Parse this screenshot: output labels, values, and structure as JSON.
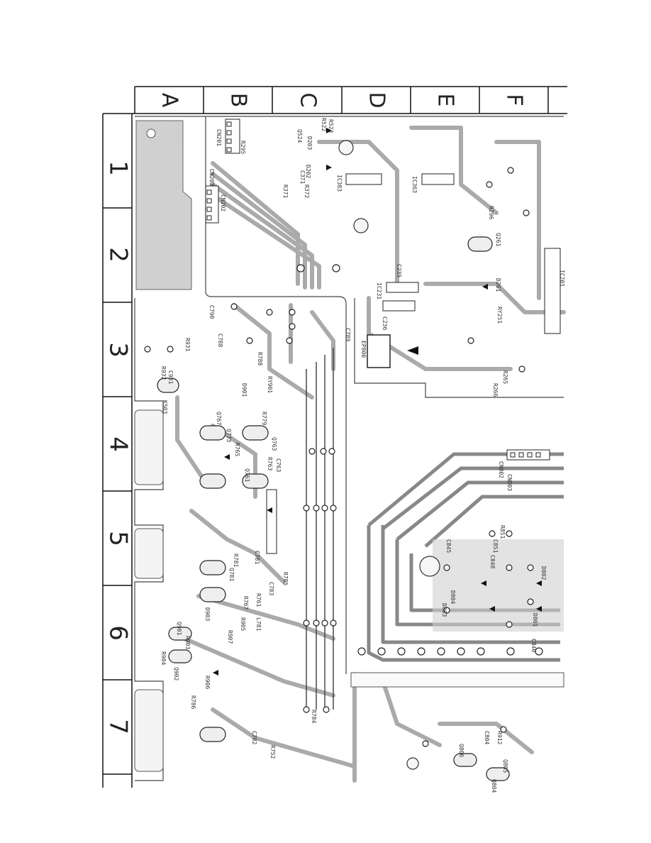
{
  "grid": {
    "columns": [
      "A",
      "B",
      "C",
      "D",
      "E",
      "F"
    ],
    "rows": [
      "1",
      "2",
      "3",
      "4",
      "5",
      "6",
      "7"
    ]
  },
  "component_refs": [
    {
      "id": "CN201",
      "label": "CN201"
    },
    {
      "id": "CN202",
      "label": "CN202"
    },
    {
      "id": "CN203",
      "label": "CN203"
    },
    {
      "id": "R295",
      "label": "R295"
    },
    {
      "id": "Q524",
      "label": "Q524"
    },
    {
      "id": "R522",
      "label": "R522"
    },
    {
      "id": "R523",
      "label": "R523"
    },
    {
      "id": "D203",
      "label": "D203"
    },
    {
      "id": "D202",
      "label": "D202"
    },
    {
      "id": "C371",
      "label": "C371"
    },
    {
      "id": "R371",
      "label": "R371"
    },
    {
      "id": "R372",
      "label": "R372"
    },
    {
      "id": "IC363",
      "label": "IC363"
    },
    {
      "id": "IC383",
      "label": "IC383"
    },
    {
      "id": "IC231",
      "label": "IC231"
    },
    {
      "id": "IC201",
      "label": "IC201"
    },
    {
      "id": "Q261",
      "label": "Q261"
    },
    {
      "id": "D261",
      "label": "D261"
    },
    {
      "id": "R296",
      "label": "R296"
    },
    {
      "id": "RY251",
      "label": "RY251"
    },
    {
      "id": "R265",
      "label": "R265"
    },
    {
      "id": "R266",
      "label": "R266"
    },
    {
      "id": "C236",
      "label": "C236"
    },
    {
      "id": "C235",
      "label": "C235"
    },
    {
      "id": "EP800",
      "label": "EP800"
    },
    {
      "id": "C790",
      "label": "C790"
    },
    {
      "id": "C788",
      "label": "C788"
    },
    {
      "id": "C789",
      "label": "C789"
    },
    {
      "id": "R788",
      "label": "R788"
    },
    {
      "id": "R931",
      "label": "R931"
    },
    {
      "id": "R932",
      "label": "R932"
    },
    {
      "id": "C931",
      "label": "C931"
    },
    {
      "id": "RY901",
      "label": "RY901"
    },
    {
      "id": "D901",
      "label": "D901"
    },
    {
      "id": "K503",
      "label": "K503"
    },
    {
      "id": "Q767",
      "label": "Q767"
    },
    {
      "id": "Q763",
      "label": "Q763"
    },
    {
      "id": "Q773",
      "label": "Q773"
    },
    {
      "id": "Q761",
      "label": "Q761"
    },
    {
      "id": "Q781",
      "label": "Q781"
    },
    {
      "id": "R779",
      "label": "R779"
    },
    {
      "id": "R763",
      "label": "R763"
    },
    {
      "id": "R765",
      "label": "R765"
    },
    {
      "id": "R781",
      "label": "R781"
    },
    {
      "id": "C763",
      "label": "C763"
    },
    {
      "id": "C781",
      "label": "C781"
    },
    {
      "id": "C783",
      "label": "C783"
    },
    {
      "id": "R785",
      "label": "R785"
    },
    {
      "id": "R761",
      "label": "R761"
    },
    {
      "id": "R767",
      "label": "R767"
    },
    {
      "id": "R905",
      "label": "R905"
    },
    {
      "id": "R907",
      "label": "R907"
    },
    {
      "id": "R903",
      "label": "R903"
    },
    {
      "id": "R904",
      "label": "R904"
    },
    {
      "id": "R906",
      "label": "R906"
    },
    {
      "id": "D903",
      "label": "D903"
    },
    {
      "id": "Q901",
      "label": "Q901"
    },
    {
      "id": "Q902",
      "label": "Q902"
    },
    {
      "id": "R784",
      "label": "R784"
    },
    {
      "id": "C782",
      "label": "C782"
    },
    {
      "id": "R752",
      "label": "R752"
    },
    {
      "id": "R786",
      "label": "R786"
    },
    {
      "id": "L781",
      "label": "L781"
    },
    {
      "id": "CN802",
      "label": "CN802"
    },
    {
      "id": "CN803",
      "label": "CN803"
    },
    {
      "id": "R851",
      "label": "R851"
    },
    {
      "id": "C851",
      "label": "C851"
    },
    {
      "id": "C845",
      "label": "C845"
    },
    {
      "id": "C848",
      "label": "C848"
    },
    {
      "id": "D802",
      "label": "D802"
    },
    {
      "id": "D804",
      "label": "D804"
    },
    {
      "id": "D803",
      "label": "D803"
    },
    {
      "id": "D801",
      "label": "D801"
    },
    {
      "id": "C840",
      "label": "C840"
    },
    {
      "id": "Q806",
      "label": "Q806"
    },
    {
      "id": "Q805",
      "label": "Q805"
    },
    {
      "id": "Q804",
      "label": "Q804"
    },
    {
      "id": "R912",
      "label": "R912"
    },
    {
      "id": "C804",
      "label": "C804"
    }
  ]
}
